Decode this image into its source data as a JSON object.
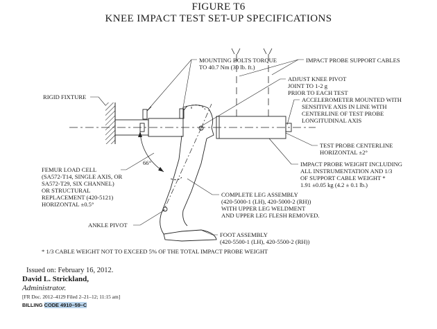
{
  "figure": {
    "title": "FIGURE T6",
    "subtitle": "KNEE IMPACT TEST SET-UP SPECIFICATIONS"
  },
  "labels": {
    "mounting_bolts": [
      "MOUNTING BOLTS TORQUE",
      "TO 40.7 Nm (30 lb. ft.)"
    ],
    "probe_cables": "IMPACT PROBE SUPPORT CABLES",
    "adjust_pivot": [
      "ADJUST KNEE PIVOT",
      "JOINT TO 1-2 g",
      "PRIOR TO EACH TEST"
    ],
    "rigid_fixture": "RIGID FIXTURE",
    "accelerometer": [
      "ACCELEROMETER MOUNTED WITH",
      "SENSITIVE AXIS IN LINE WITH",
      "CENTERLINE OF TEST PROBE",
      "LONGITUDINAL AXIS"
    ],
    "probe_centerline": [
      "TEST PROBE CENTERLINE",
      "HORIZONTAL ±2°"
    ],
    "angle": "66°",
    "probe_weight": [
      "IMPACT PROBE WEIGHT INCLUDING",
      "ALL INSTRUMENTATION AND 1/3",
      "OF SUPPORT CABLE WEIGHT *",
      "1.91 ±0.05 kg (4.2 ± 0.1 lb.)"
    ],
    "femur_load_cell": [
      "FEMUR LOAD CELL",
      "(SA572-T14, SINGLE AXIS, OR",
      "SA572-T29, SIX CHANNEL)",
      "OR STRUCTURAL",
      "REPLACEMENT (420-5121)",
      "HORIZONTAL ±0.5°"
    ],
    "complete_leg": [
      "COMPLETE LEG ASSEMBLY",
      "(420-5000-1 (LH), 420-5000-2 (RH))",
      "WITH UPPER LEG WELDMENT",
      "AND UPPER LEG FLESH REMOVED."
    ],
    "ankle_pivot": "ANKLE PIVOT",
    "foot_assembly": [
      "FOOT ASSEMBLY",
      "(420-5500-1 (LH), 420-5500-2 (RH))"
    ],
    "footnote": "* 1/3 CABLE WEIGHT NOT TO EXCEED 5% OF THE TOTAL IMPACT PROBE WEIGHT"
  },
  "footer": {
    "issued": "Issued on: February 16, 2012.",
    "signer": "David L. Strickland,",
    "role": "Administrator.",
    "fr_doc": "[FR Doc. 2012–4129 Filed 2–21–12; 11:15 am]",
    "billing_prefix": "BILLING ",
    "billing_code": "CODE 4910–59–C"
  }
}
